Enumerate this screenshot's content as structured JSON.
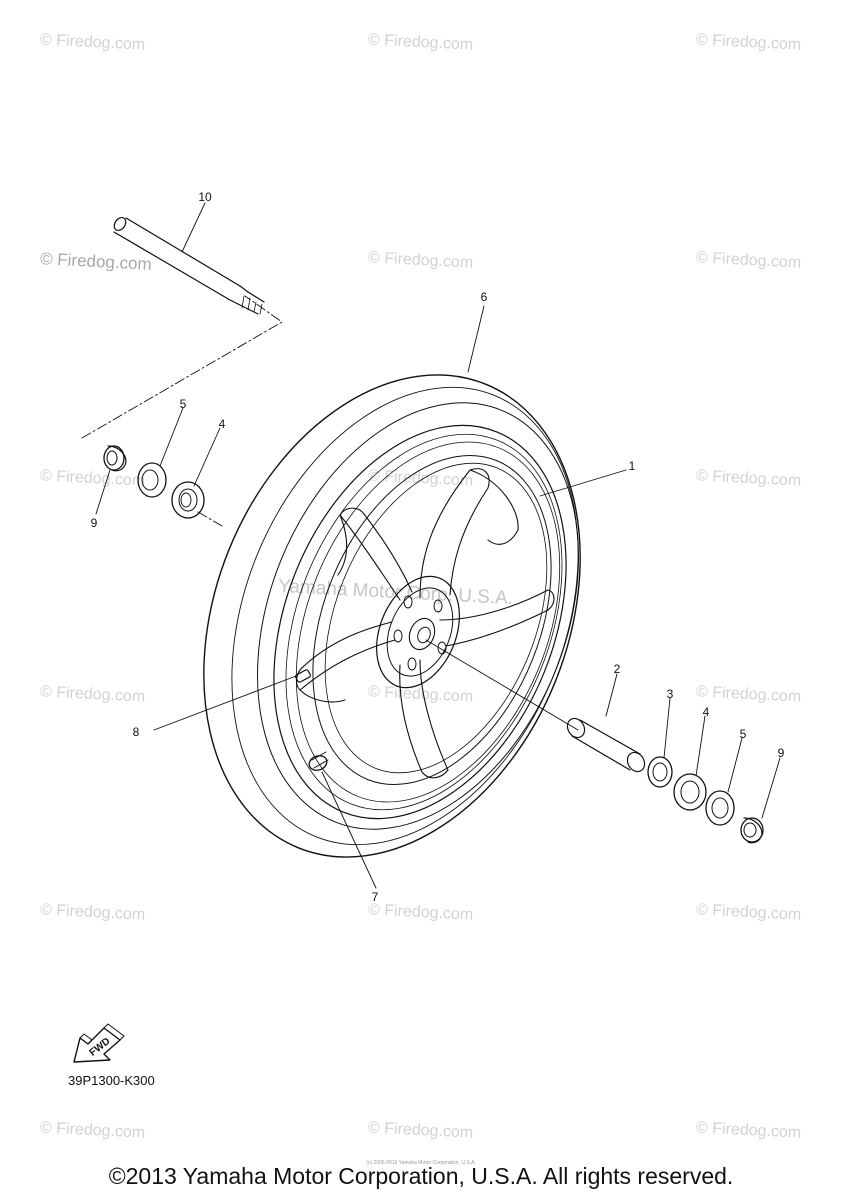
{
  "watermarks": {
    "site": "© Firedog.com",
    "center": "Yamaha Motor Corp. U.S.A.",
    "tiny": "(c) 2005-2015 Yamaha Motor Corporation, U.S.A."
  },
  "callouts": {
    "c1": "1",
    "c2": "2",
    "c3": "3",
    "c4a": "4",
    "c4b": "4",
    "c5a": "5",
    "c5b": "5",
    "c6": "6",
    "c7": "7",
    "c8": "8",
    "c9a": "9",
    "c9b": "9",
    "c10": "10"
  },
  "fwd_label": "FWD",
  "part_code": "39P1300-K300",
  "copyright": "©2013 Yamaha Motor Corporation, U.S.A. All rights reserved."
}
